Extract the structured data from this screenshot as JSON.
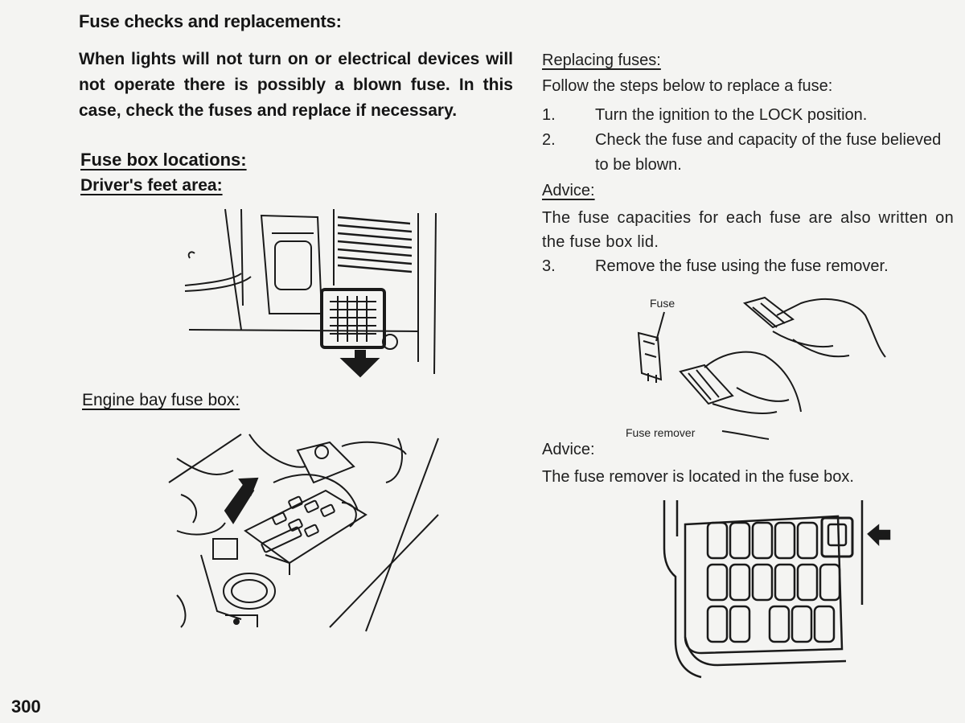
{
  "left": {
    "title": "Fuse checks and replacements:",
    "intro": "When lights will not turn on or electrical devices will not operate there is possibly a blown fuse. In this case, check the fuses and replace if necessary.",
    "fuse_box_locations_heading": "Fuse box locations:",
    "drivers_feet_heading": "Driver's feet area:",
    "engine_bay_heading": "Engine bay fuse box:"
  },
  "right": {
    "replacing_heading": "Replacing fuses:",
    "replacing_intro": "Follow the steps below to replace a fuse:",
    "steps_a": [
      {
        "num": "1.",
        "text": "Turn the ignition to the LOCK position."
      },
      {
        "num": "2.",
        "text": "Check the fuse and capacity of the fuse believed to be blown."
      }
    ],
    "advice1_heading": "Advice:",
    "advice1_text": "The fuse capacities for each fuse are also written on the fuse box lid.",
    "steps_b": [
      {
        "num": "3.",
        "text": "Remove the fuse using the fuse remover."
      }
    ],
    "figure_labels": {
      "fuse": "Fuse",
      "fuse_remover": "Fuse remover"
    },
    "advice2_heading": "Advice:",
    "advice2_text": "The fuse remover is located in the fuse box."
  },
  "page_number": "300"
}
